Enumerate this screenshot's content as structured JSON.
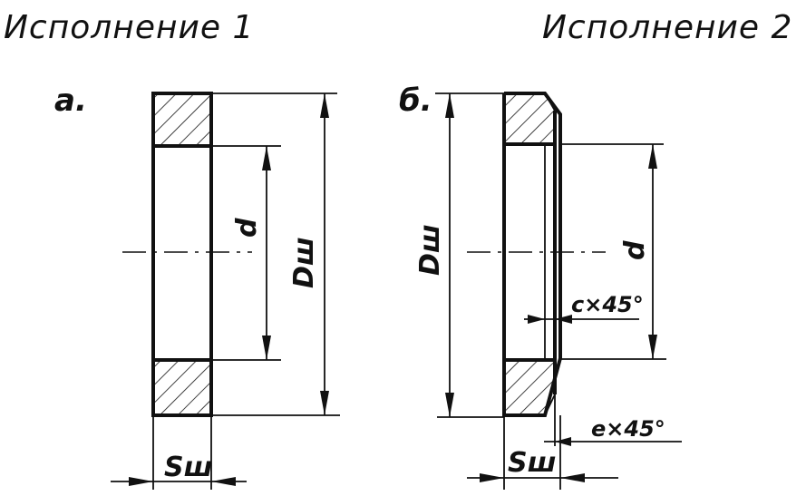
{
  "titles": {
    "variant1": "Исполнение 1",
    "variant2": "Исполнение 2"
  },
  "variant1": {
    "letter": "а.",
    "inner_diameter": "d",
    "outer_diameter": "Dш",
    "thickness": "Sш"
  },
  "variant2": {
    "letter": "б.",
    "inner_diameter": "d",
    "outer_diameter": "Dш",
    "thickness": "Sш",
    "inner_chamfer": "с×45°",
    "outer_chamfer": "е×45°"
  }
}
